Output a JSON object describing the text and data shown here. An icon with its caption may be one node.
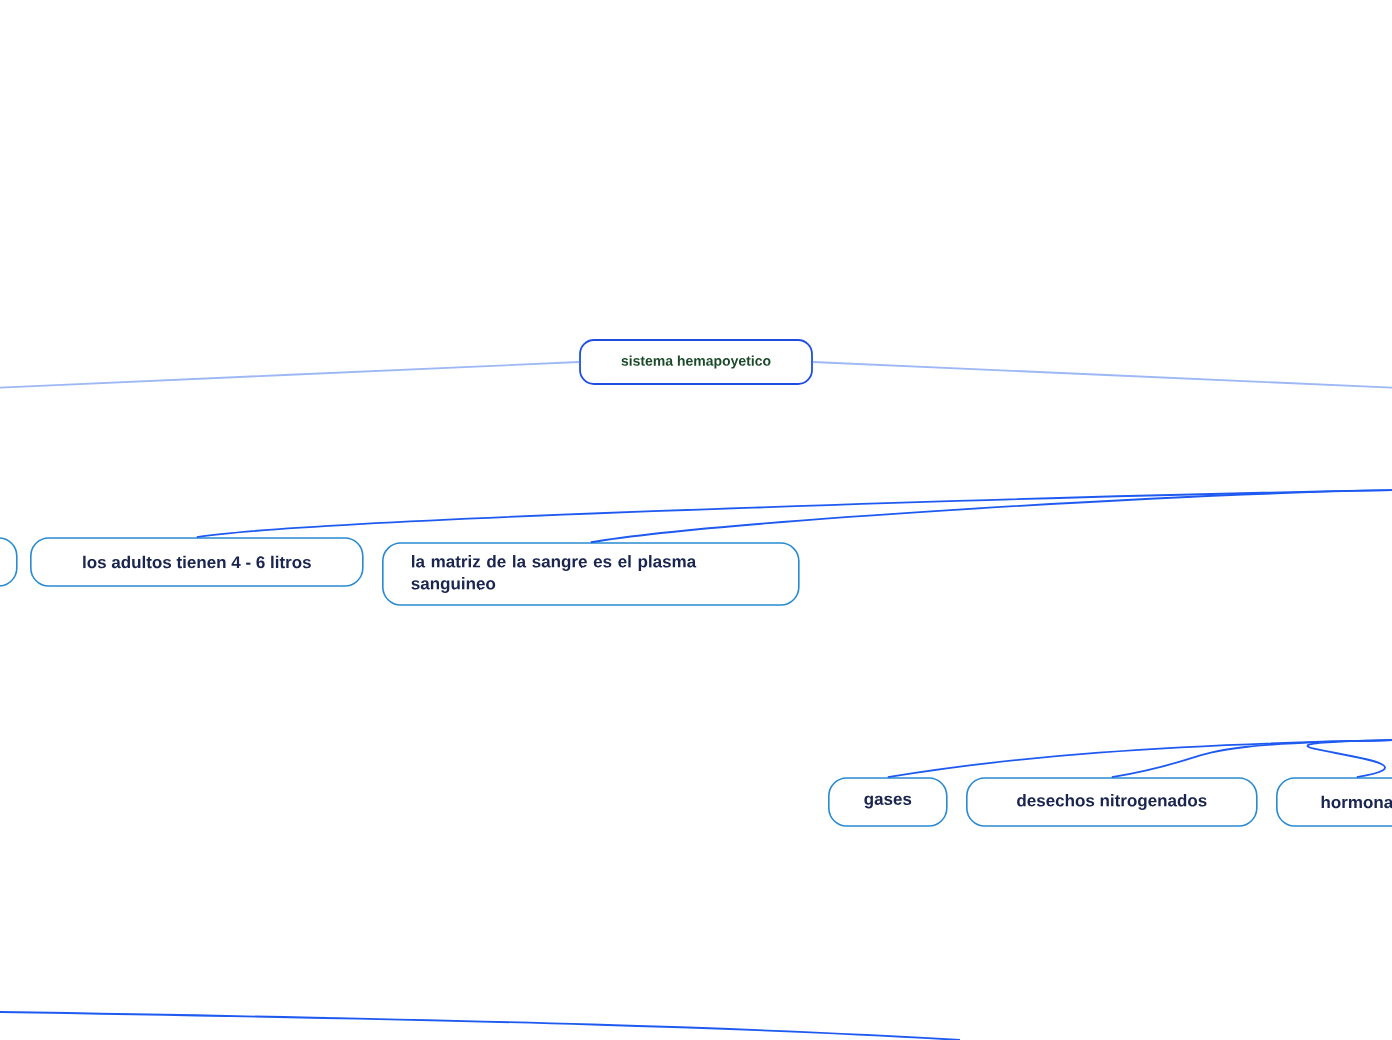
{
  "diagram": {
    "nodes": [
      {
        "text": [
          "sistema hemapoyetico"
        ]
      },
      {
        "text": [],
        "shape": "box"
      },
      {
        "text": [
          "los adultos tienen 4 - 6 litros"
        ]
      },
      {
        "text": [
          "la matriz de la sangre es el plasma sanguineo"
        ]
      },
      {
        "text": [
          "gases"
        ]
      },
      {
        "text": [
          "desechos nitrogenados"
        ]
      },
      {
        "text": [
          "hormona"
        ]
      }
    ],
    "edges": [
      {
        "from": 0,
        "to": null,
        "arrow": "none",
        "color": "#9db8f5"
      },
      {
        "from": 0,
        "to": null,
        "arrow": "none",
        "color": "#9db8f5"
      },
      {
        "from": null,
        "to": 2,
        "arrow": "none"
      },
      {
        "from": null,
        "to": 3,
        "arrow": "none"
      },
      {
        "from": null,
        "to": 4,
        "arrow": "none"
      },
      {
        "from": null,
        "to": 5,
        "arrow": "none"
      },
      {
        "from": null,
        "to": 6,
        "arrow": "none"
      }
    ]
  }
}
